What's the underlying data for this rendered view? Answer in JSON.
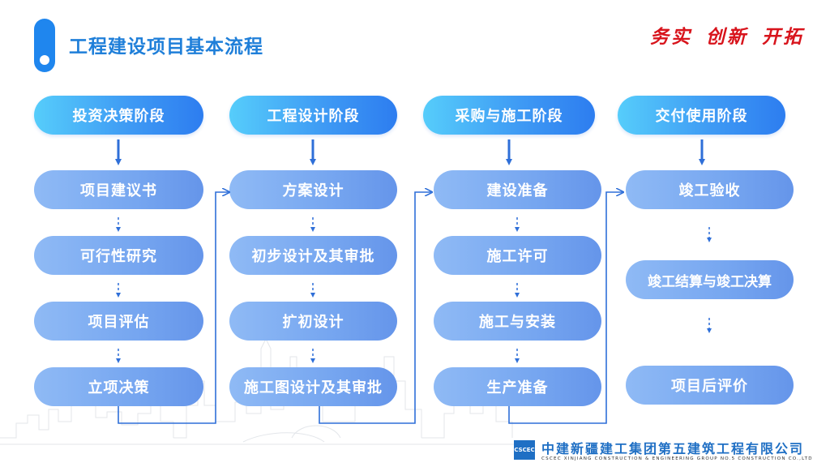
{
  "header": {
    "title": "工程建设项目基本流程",
    "slogan": "务实 创新 开拓"
  },
  "columns": [
    {
      "stage": "投资决策阶段",
      "steps": [
        "项目建议书",
        "可行性研究",
        "项目评估",
        "立项决策"
      ]
    },
    {
      "stage": "工程设计阶段",
      "steps": [
        "方案设计",
        "初步设计及其审批",
        "扩初设计",
        "施工图设计及其审批"
      ]
    },
    {
      "stage": "采购与施工阶段",
      "steps": [
        "建设准备",
        "施工许可",
        "施工与安装",
        "生产准备"
      ]
    },
    {
      "stage": "交付使用阶段",
      "steps": [
        "竣工验收",
        "竣工结算与竣工决算",
        "项目后评价"
      ]
    }
  ],
  "footer": {
    "logo_text": "CSCEC",
    "company_cn": "中建新疆建工集团第五建筑工程有限公司",
    "company_en": "CSCEC XINJIANG CONSTRUCTION & ENGINEERING GROUP NO.5 CONSTRUCTION CO.,LTD"
  },
  "colors": {
    "title_blue": "#1f7fd9",
    "slogan_red": "#d8141c",
    "stage_gradient": [
      "#56cdfb",
      "#2d7df0"
    ],
    "step_gradient": [
      "#8fbaf5",
      "#6595ea"
    ],
    "arrow_blue": "#2f6fd8",
    "connector_blue": "#2f6fd8"
  }
}
